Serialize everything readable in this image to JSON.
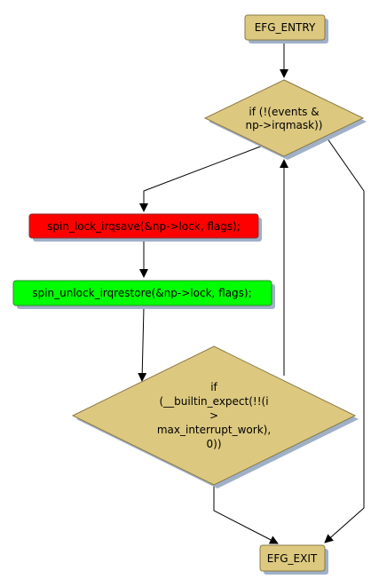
{
  "flowchart": {
    "entry": {
      "label": "EFG_ENTRY"
    },
    "decision_events": {
      "lines": [
        "if (!(events &",
        "np->irqmask))"
      ]
    },
    "lock": {
      "label": "spin_lock_irqsave(&np->lock, flags);"
    },
    "unlock": {
      "label": "spin_unlock_irqrestore(&np->lock, flags);"
    },
    "decision_work": {
      "lines": [
        "if",
        "(__builtin_expect(!!(i",
        ">",
        "max_interrupt_work),",
        "0))"
      ]
    },
    "exit": {
      "label": "EFG_EXIT"
    }
  },
  "colors": {
    "terminal_fill": "#dcc87f",
    "decision_fill": "#dcc87f",
    "lock_fill": "#ff0000",
    "unlock_fill": "#00ff00",
    "shadow": "#9fb0c8",
    "stroke": "#8a7a45",
    "edge": "#000000"
  }
}
